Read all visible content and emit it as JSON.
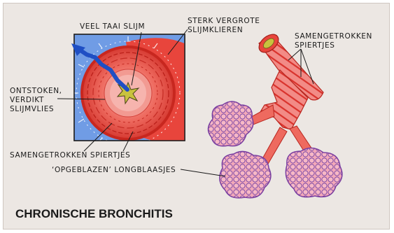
{
  "labels": {
    "veel_taai_slijm": "VEEL TAAI SLIJM",
    "sterk_vergrote_1": "STERK VERGROTE",
    "sterk_vergrote_2": "SLIJMKLIEREN",
    "samengetrokken_top_1": "SAMENGETROKKEN",
    "samengetrokken_top_2": "SPIERTJES",
    "ontstoken_1": "ONTSTOKEN,",
    "ontstoken_2": "VERDIKT",
    "ontstoken_3": "SLIJMVLIES",
    "samengetrokken_bottom": "SAMENGETROKKEN  SPIERTJES",
    "longblaasjes": "‘OPGEBLAZEN’  LONGBLAASJES"
  },
  "title": "CHRONISCHE BRONCHITIS",
  "colors": {
    "background": "#ece7e3",
    "panel_blue": "#4a7fd8",
    "tissue_red": "#e8453c",
    "tissue_pink": "#f6a0a0",
    "mucus_yellow": "#d4c84a",
    "alveoli_pink": "#f3a3b3",
    "alveoli_purple": "#8b4fa8",
    "arrow_blue": "#1f4fc4"
  },
  "icons": {
    "cross_section": "bronchus-cross-section-illustration",
    "bronchial_tree": "bronchial-tree-illustration",
    "arrow": "mucus-flow-arrow-icon"
  }
}
